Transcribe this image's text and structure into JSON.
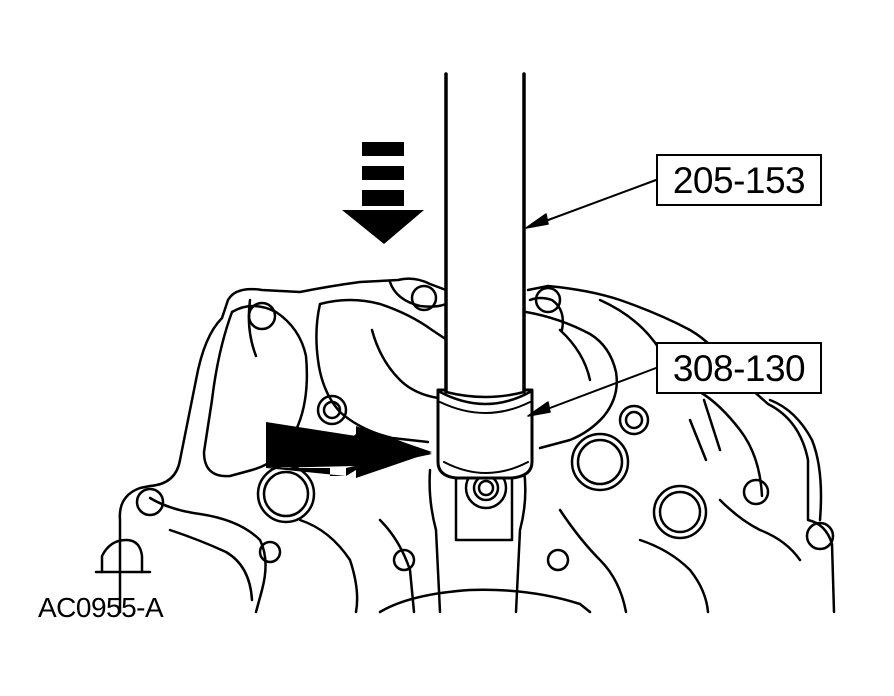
{
  "callouts": {
    "tool_upper": "205-153",
    "tool_lower": "308-130"
  },
  "figure_id": "AC0955-A",
  "colors": {
    "ink": "#000000",
    "paper": "#ffffff"
  },
  "icons": {
    "direction_arrow": "down-arrow-icon",
    "pointer_arrow": "right-arrow-icon"
  }
}
